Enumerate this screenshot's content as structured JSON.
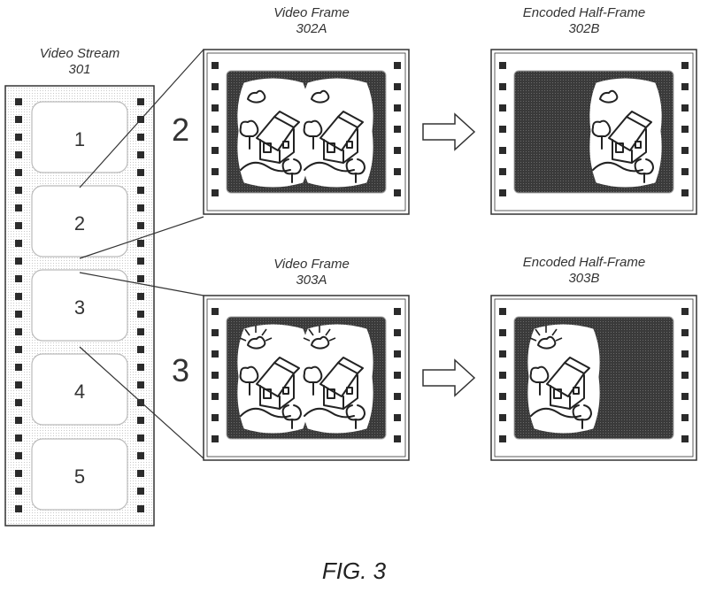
{
  "stream": {
    "title": "Video Stream",
    "ref": "301",
    "frames": [
      "1",
      "2",
      "3",
      "4",
      "5"
    ]
  },
  "rows": [
    {
      "frame_number": "2",
      "video_title": "Video Frame",
      "video_ref": "302A",
      "encoded_title": "Encoded Half-Frame",
      "encoded_ref": "302B",
      "encoded_half": "right",
      "sun_rays": false
    },
    {
      "frame_number": "3",
      "video_title": "Video Frame",
      "video_ref": "303A",
      "encoded_title": "Encoded Half-Frame",
      "encoded_ref": "303B",
      "encoded_half": "left",
      "sun_rays": true
    }
  ],
  "figure_caption": "FIG. 3",
  "colors": {
    "line": "#333333",
    "screen": "#3a3a3a",
    "sprocket": "#2b2b2b",
    "cell_border": "#bbbbbb"
  }
}
